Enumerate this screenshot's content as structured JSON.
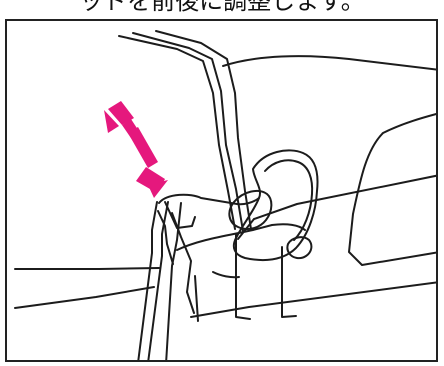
{
  "caption": {
    "text": "ッドを前後に調整します。"
  },
  "illustration": {
    "subject": "seat-headrest-adjustment",
    "arrow": {
      "direction": "up-down",
      "color": "#e5187d"
    },
    "line_color": "#1c1c1c"
  }
}
